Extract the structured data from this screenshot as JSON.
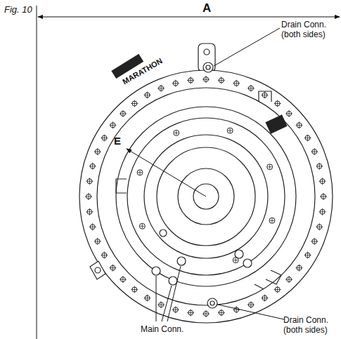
{
  "diagram": {
    "labels": [
      "Fig. 10",
      "A",
      "Drain Conn. (both sides)",
      "MARATHON",
      "E",
      "Main Conn.",
      "Drain Conn. (both sides)"
    ]
  }
}
